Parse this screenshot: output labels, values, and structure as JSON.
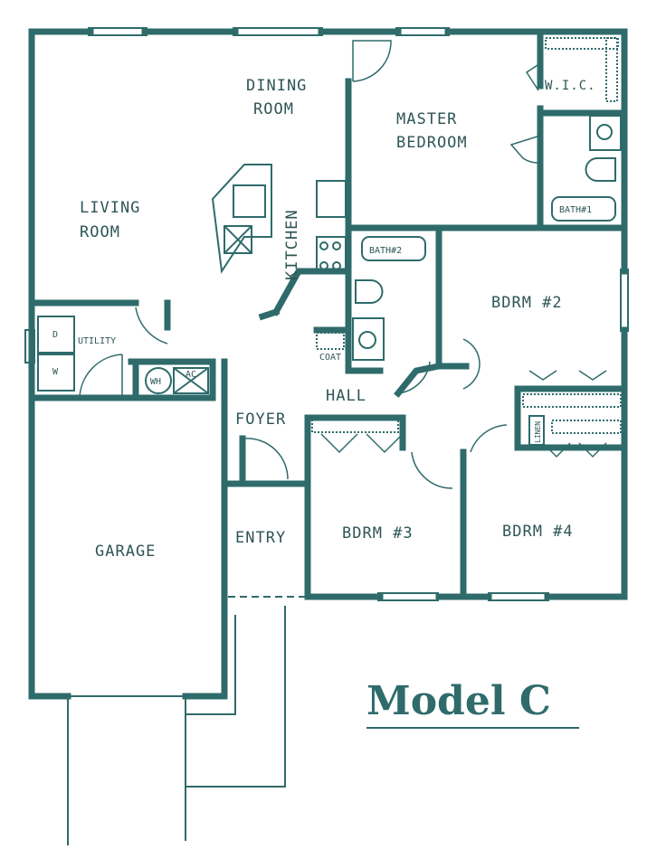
{
  "title": "Model C",
  "rooms": {
    "dining": "DINING",
    "dining2": "ROOM",
    "living": "LIVING",
    "living2": "ROOM",
    "kitchen": "KITCHEN",
    "master": "MASTER",
    "master2": "BEDROOM",
    "wic": "W.I.C.",
    "bath1": "BATH#1",
    "bath2": "BATH#2",
    "bdrm2": "BDRM  #2",
    "bdrm3": "BDRM  #3",
    "bdrm4": "BDRM  #4",
    "utility": "UTILITY",
    "dryer": "D",
    "washer": "W",
    "water_heater": "WH",
    "ac": "AC",
    "coat": "COAT",
    "hall": "HALL",
    "foyer": "FOYER",
    "linen": "LINEN",
    "entry": "ENTRY",
    "garage": "GARAGE"
  },
  "colors": {
    "wall": "#2f6b6b"
  }
}
